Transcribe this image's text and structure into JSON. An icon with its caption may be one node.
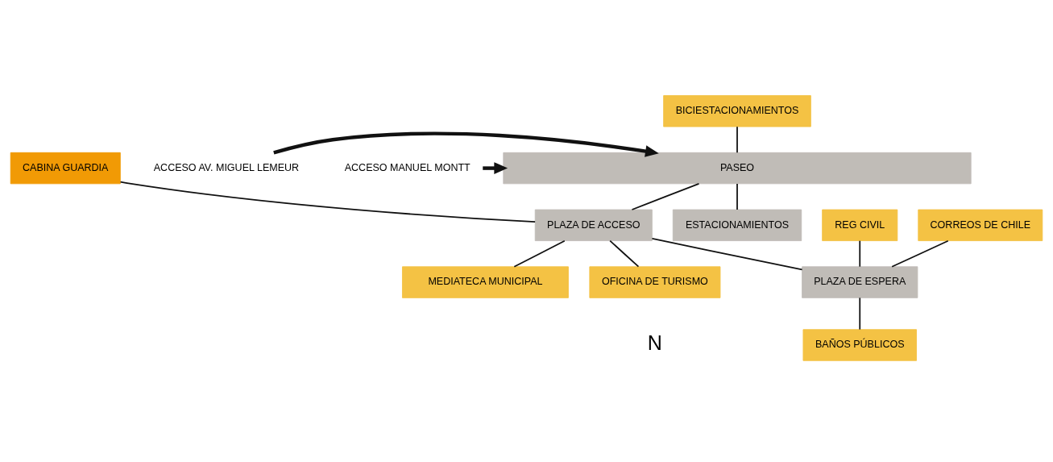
{
  "diagram": {
    "nodes": [
      {
        "text": [
          "BICIESTACIONAMIENTOS"
        ]
      },
      {
        "text": [
          "PASEO"
        ]
      },
      {
        "text": [
          "ACCESO AV. MIGUEL LEMEUR"
        ]
      },
      {
        "text": [
          "ACCESO MANUEL MONTT"
        ]
      },
      {
        "text": [
          "PLAZA DE ACCESO"
        ]
      },
      {
        "text": [
          "REG CIVIL"
        ]
      },
      {
        "text": [
          "CORREOS DE CHILE"
        ]
      },
      {
        "text": [
          "CABINA GUARDIA"
        ]
      },
      {
        "text": [
          "MEDIATECA MUNICIPAL"
        ]
      },
      {
        "text": [
          "ESTACIONAMIENTOS"
        ]
      },
      {
        "text": [
          "PLAZA DE ESPERA"
        ]
      },
      {
        "text": [
          "BAÑOS PÚBLICOS"
        ]
      },
      {
        "text": [
          "OFICINA DE TURISMO"
        ]
      }
    ],
    "edges": [
      {
        "from": 0,
        "to": 1,
        "arrow": "none"
      },
      {
        "from": 2,
        "to": 1,
        "arrow": "to",
        "style": "thick"
      },
      {
        "from": 3,
        "to": 1,
        "arrow": "to",
        "style": "thick"
      },
      {
        "from": 1,
        "to": 4,
        "arrow": "none"
      },
      {
        "from": 1,
        "to": 9,
        "arrow": "none"
      },
      {
        "from": 4,
        "to": 8,
        "arrow": "none"
      },
      {
        "from": 7,
        "to": 4,
        "arrow": "none"
      },
      {
        "from": 4,
        "to": 12,
        "arrow": "none"
      },
      {
        "from": 4,
        "to": 10,
        "arrow": "none"
      },
      {
        "from": 5,
        "to": 10,
        "arrow": "none"
      },
      {
        "from": 6,
        "to": 10,
        "arrow": "none"
      },
      {
        "from": 10,
        "to": 11,
        "arrow": "none"
      }
    ],
    "labels": [
      "N"
    ]
  }
}
